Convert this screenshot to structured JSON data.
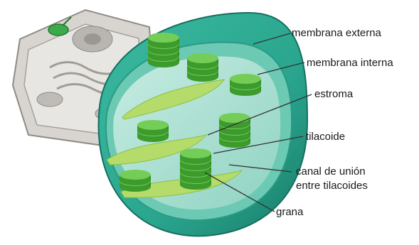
{
  "labels": {
    "membrana_externa": "membrana externa",
    "membrana_interna": "membrana interna",
    "estroma": "estroma",
    "tilacoide": "tilacoide",
    "canal_line1": "canal de unión",
    "canal_line2": "entre tilacoides",
    "grana": "grana"
  },
  "colors": {
    "outer_membrane": "#2aa58e",
    "inner_membrane": "#6cc9b3",
    "stroma": "#a8ddd0",
    "granum": "#4caf3a",
    "lamella": "#b5dc6b",
    "cell": "#c9c6c2"
  },
  "icons": {
    "cell_illustration": "plant-cell-icon",
    "chloroplast": "chloroplast-icon"
  }
}
